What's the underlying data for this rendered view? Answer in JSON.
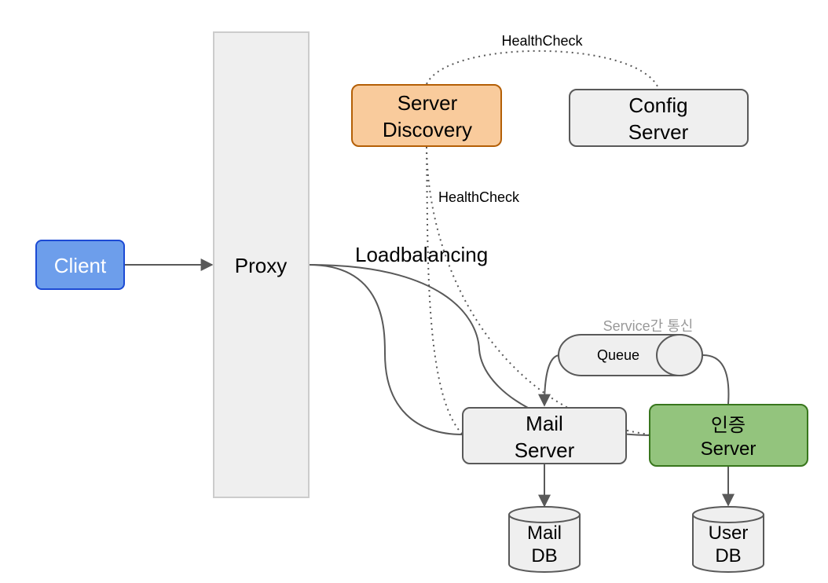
{
  "colors": {
    "client_fill": "#6d9eeb",
    "client_stroke": "#1c4ad4",
    "discovery_fill": "#f9cb9c",
    "discovery_stroke": "#b45f06",
    "auth_fill": "#93c47d",
    "auth_stroke": "#38761d",
    "neutral_fill": "#efefef",
    "neutral_stroke": "#595959",
    "connector": "#595959",
    "muted_text": "#999999"
  },
  "nodes": {
    "client": {
      "label": "Client"
    },
    "proxy": {
      "label": "Proxy"
    },
    "server_discovery": {
      "line1": "Server",
      "line2": "Discovery"
    },
    "config_server": {
      "line1": "Config",
      "line2": "Server"
    },
    "mail_server": {
      "line1": "Mail",
      "line2": "Server"
    },
    "auth_server": {
      "line1": "인증",
      "line2": "Server"
    },
    "queue": {
      "label": "Queue"
    },
    "mail_db": {
      "line1": "Mail",
      "line2": "DB"
    },
    "user_db": {
      "line1": "User",
      "line2": "DB"
    }
  },
  "edge_labels": {
    "healthcheck_top": "HealthCheck",
    "healthcheck_mid": "HealthCheck",
    "loadbalancing": "Loadbalancing",
    "service_comm": "Service간 통신"
  }
}
